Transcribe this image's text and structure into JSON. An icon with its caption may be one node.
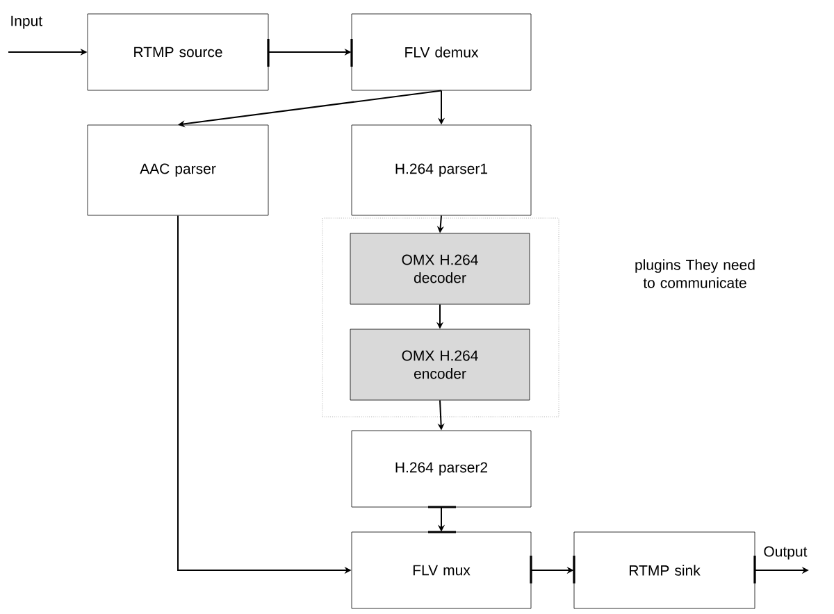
{
  "diagram": {
    "nodes": [
      {
        "text": [
          "Input"
        ]
      },
      {
        "text": [
          "RTMP source"
        ]
      },
      {
        "text": [
          "FLV demux"
        ]
      },
      {
        "text": [
          "AAC parser"
        ]
      },
      {
        "text": [
          "H.264 parser1"
        ]
      },
      {
        "text": [],
        "shape": "box"
      },
      {
        "text": [
          "OMX H.264 decoder"
        ],
        "in": 5
      },
      {
        "text": [
          "OMX H.264 encoder"
        ],
        "in": 5
      },
      {
        "text": [
          "H.264 parser2"
        ]
      },
      {
        "text": [
          "FLV mux"
        ]
      },
      {
        "text": [
          "RTMP sink"
        ]
      },
      {
        "text": [
          "Output"
        ]
      }
    ],
    "edges": [
      {
        "from": 0,
        "to": 1,
        "arrow": "to"
      },
      {
        "from": 1,
        "to": 2,
        "arrow": "to"
      },
      {
        "from": 2,
        "to": 3,
        "arrow": "to"
      },
      {
        "from": 2,
        "to": 4,
        "arrow": "to"
      },
      {
        "from": 4,
        "to": 6,
        "arrow": "to"
      },
      {
        "from": 6,
        "to": 7,
        "arrow": "to"
      },
      {
        "from": 7,
        "to": 8,
        "arrow": "to"
      },
      {
        "from": 8,
        "to": 9,
        "arrow": "to"
      },
      {
        "from": 3,
        "to": 9,
        "arrow": "to"
      },
      {
        "from": 9,
        "to": 10,
        "arrow": "to"
      },
      {
        "from": 10,
        "to": 11,
        "arrow": "to"
      }
    ],
    "labels": [
      "plugins They need to communicate"
    ]
  }
}
